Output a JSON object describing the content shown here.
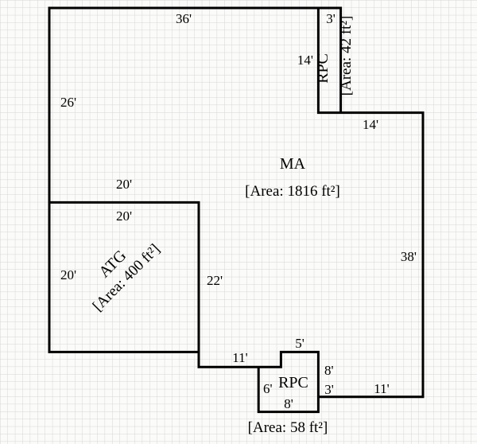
{
  "floor_plan": {
    "type": "floor-plan-sketch",
    "unit": "feet",
    "colors": {
      "wall": "#000000",
      "grid_line": "#d6d6d6",
      "paper": "#fbfbf9",
      "text": "#000000"
    },
    "rooms": {
      "ma": {
        "name": "MA",
        "area_label": "[Area: 1816 ft²]",
        "area_sqft": 1816
      },
      "atg": {
        "name": "ATG",
        "area_label": "[Area: 400 ft²]",
        "area_sqft": 400
      },
      "rpc_top": {
        "name": "RPC",
        "area_label": "[Area: 42 ft²]",
        "area_sqft": 42
      },
      "rpc_bottom": {
        "name": "RPC",
        "area_label": "[Area: 58 ft²]",
        "area_sqft": 58
      }
    },
    "dimensions": {
      "top_main": "36'",
      "top_rpc_width": "3'",
      "rpc_top_height": "14'",
      "left_upper": "26'",
      "upper_right_span": "14'",
      "right_side": "38'",
      "atg_top_outer": "20'",
      "atg_top_inner": "20'",
      "atg_left": "20'",
      "ma_atg_divider": "22'",
      "bottom_left_span": "11'",
      "rpc_bottom_top": "5'",
      "rpc_bottom_right": "8'",
      "rpc_bottom_left": "6'",
      "rpc_bottom_bottom": "8'",
      "bottom_right_step": "3'",
      "bottom_right_span": "11'"
    }
  }
}
